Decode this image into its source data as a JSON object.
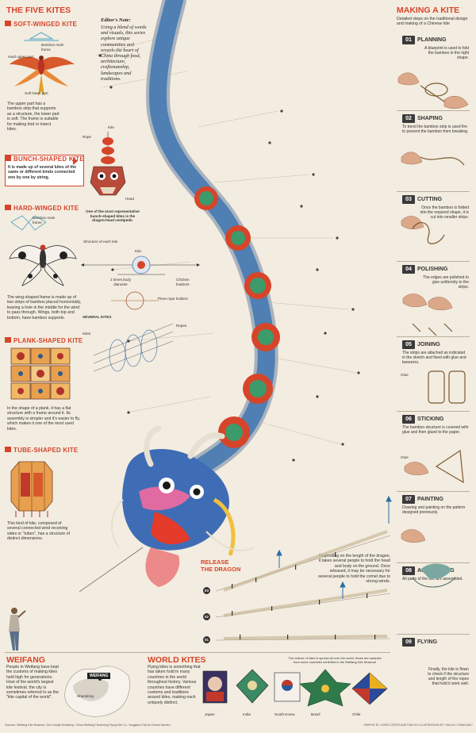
{
  "left": {
    "title": "THE FIVE KITES",
    "soft": {
      "title": "SOFT-WINGED KITE",
      "lbl_frame": "Bamboo main frame",
      "lbl_hard": "Hard upper part",
      "lbl_soft": "Soft lower part",
      "desc": "The upper part has a bamboo strip that supports as a structure, the lower part is soft. The frame is suitable for making bird or insect kites."
    },
    "bunch": {
      "title": "BUNCH-SHAPED KITE",
      "desc": "It is made up of several kites of the same or different kinds connected one by one by string."
    },
    "hard": {
      "title": "HARD-WINGED KITE",
      "lbl_frame": "Bamboo main frame",
      "desc": "The wing-shaped frame is made up of two strips of bamboo placed horizontally, leaving a hole in the middle for the wind to pass through. Wings, both top and bottom, have bamboo supports."
    },
    "plank": {
      "title": "PLANK-SHAPED KITE",
      "desc": "In the shape of a plank, it has a flat structure with a frame around it. Its assembly is simpler and it's easier to fly, which makes it one of the most used kites."
    },
    "tube": {
      "title": "TUBE-SHAPED KITE",
      "desc": "This kind of kite, composed of several connected wind receiving sides or \"tubes\", has a structure of distinct dimensions."
    }
  },
  "editor": {
    "title": "Editor's Note:",
    "body": "Using a blend of words and visuals, this series explore unique communities and reveals the heart of China through food, architecture, craftsmanship, landscapes and traditions."
  },
  "center": {
    "lbl_kite": "Kite",
    "lbl_rope": "Rope",
    "lbl_head": "Head",
    "rep": "One of the most representative bunch-shaped kites is the dragon-head centipede.",
    "structure": "Structure of each kite",
    "lbl_kite2": "Kite",
    "lbl_diam": "2 times body diameter",
    "lbl_feathers": "Chicken feathers",
    "lbl_holders": "Three rope holders",
    "several": "SEVERAL KITES",
    "lbl_kites": "Kites",
    "lbl_ropes": "Ropes",
    "release1": "RELEASE",
    "release2": "THE DRAGON",
    "release_desc": "Depending on the length of the dragon, it takes several people to hold the head and body on the ground. Once released, it may be necessary for several people to hold the comet due to strong winds.",
    "s01": "01",
    "s02": "02",
    "s03": "03"
  },
  "right": {
    "title": "MAKING A KITE",
    "intro": "Detailed steps on the traditional design and making of a Chinese kite",
    "steps": [
      {
        "num": "01",
        "title": "PLANNING",
        "text": "A blueprint is used to fold the bamboo in the right shape."
      },
      {
        "num": "02",
        "title": "SHAPING",
        "text": "To bend the bamboo strip is used fire to prevent the bamboo from breaking."
      },
      {
        "num": "03",
        "title": "CUTTING",
        "text": "Once the bamboo is folded into the required shape, it is cut into smaller strips."
      },
      {
        "num": "04",
        "title": "POLISHING",
        "text": "The edges are polished to give uniformity to the strips."
      },
      {
        "num": "05",
        "title": "JOINING",
        "text": "The strips are attached as indicated in the sketch and fixed with glue and tweezers."
      },
      {
        "num": "06",
        "title": "STICKING",
        "text": "The bamboo structure is covered with glue and then glued to the paper."
      },
      {
        "num": "07",
        "title": "PAINTING",
        "text": "Drawing and painting on the pattern designed previously."
      },
      {
        "num": "08",
        "title": "ASSEMBLING",
        "text": "All parts of the kite are assembled."
      },
      {
        "num": "09",
        "title": "FLYING",
        "text": "Finally, the kite is flown to check if the structure and length of the ropes that hold it work well."
      }
    ],
    "lbl_glue": "Glue",
    "lbl_glue2": "Glue"
  },
  "bottom": {
    "weifang_title": "WEIFANG",
    "weifang_text": "People in Weifang have kept the customs of making kites held high for generations. Host of the world's largest kite festival, the city is sometimes referred to as the \"kite capital of the world\".",
    "map_city": "WEIFANG",
    "map_region": "Shandong",
    "world_title": "WORLD KITES",
    "world_text": "Flying kites is something that has taken hold in many countries in the world throughout history. Various countries have different customs and traditions around kites, making each uniquely distinct.",
    "world_note": "The culture of kites is spread all over the world, these are samples from some countries exhibited in the Weifang Kite Museum",
    "countries": [
      "Japan",
      "India",
      "South Korea",
      "Brazil",
      "Chile"
    ],
    "sources": "Sources: Weifang Kite Museum, Guo Hongli Workshop, China Weifang Tianzheng Flying Kite Co, Yangjiabu Folk Art Grand Garden",
    "credits": "GRAPHIC BY: JORGE CORTES AND TIAN CHI / ILLUSTRATIONS BY: TIAN LIU / CHINA DAILY"
  },
  "colors": {
    "accent": "#d6452a",
    "bg": "#f3ece0",
    "dark": "#3a3a3a"
  }
}
